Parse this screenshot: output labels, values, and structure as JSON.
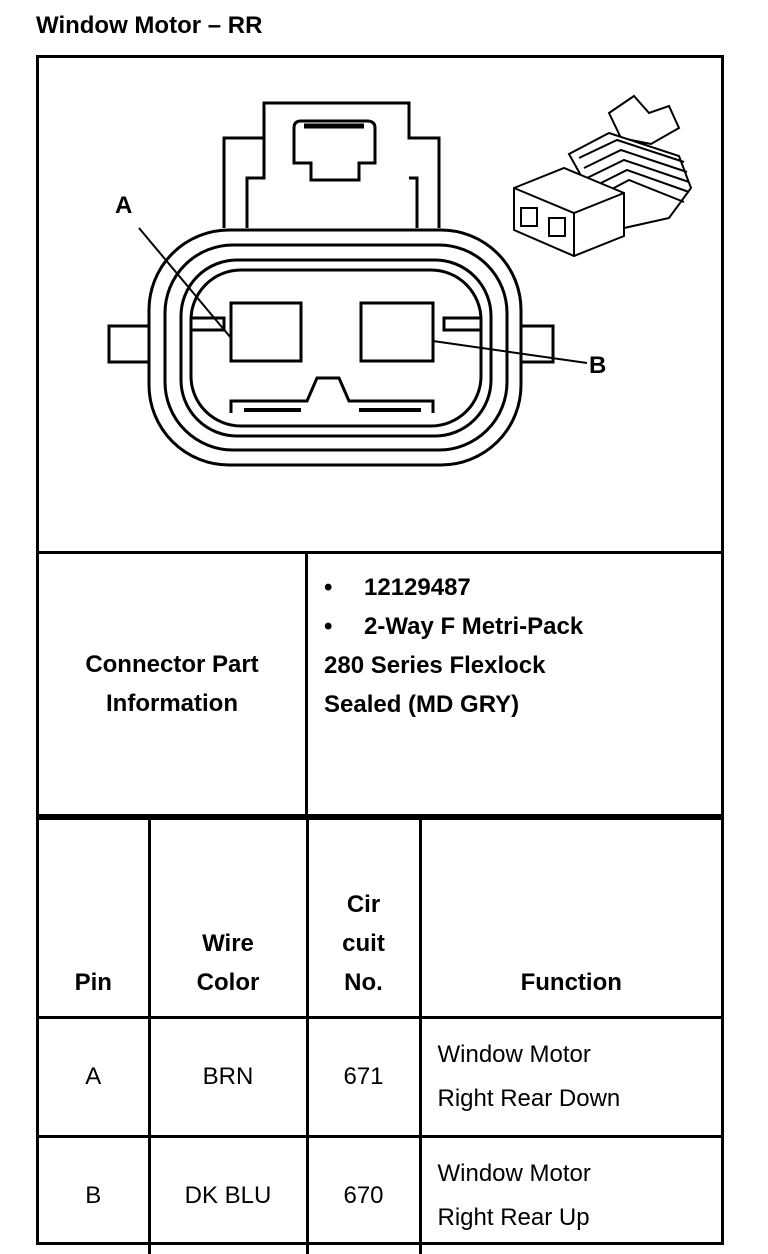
{
  "title": "Window Motor – RR",
  "diagram": {
    "label_a": "A",
    "label_b": "B"
  },
  "connector_info": {
    "label_line1": "Connector Part",
    "label_line2": "Information",
    "bullet": "•",
    "part_number": "12129487",
    "description_line1": "2-Way F Metri-Pack",
    "description_line2": "280 Series Flexlock",
    "description_line3": "Sealed (MD GRY)"
  },
  "table": {
    "headers": {
      "pin": "Pin",
      "wire_color_1": "Wire",
      "wire_color_2": "Color",
      "circuit_1": "Cir",
      "circuit_2": "cuit",
      "circuit_3": "No.",
      "function": "Function"
    },
    "rows": [
      {
        "pin": "A",
        "wire_color": "BRN",
        "circuit": "671",
        "function_line1": "Window Motor",
        "function_line2": "Right Rear Down"
      },
      {
        "pin": "B",
        "wire_color": "DK BLU",
        "circuit": "670",
        "function_line1": "Window Motor",
        "function_line2": "Right Rear Up"
      }
    ]
  }
}
